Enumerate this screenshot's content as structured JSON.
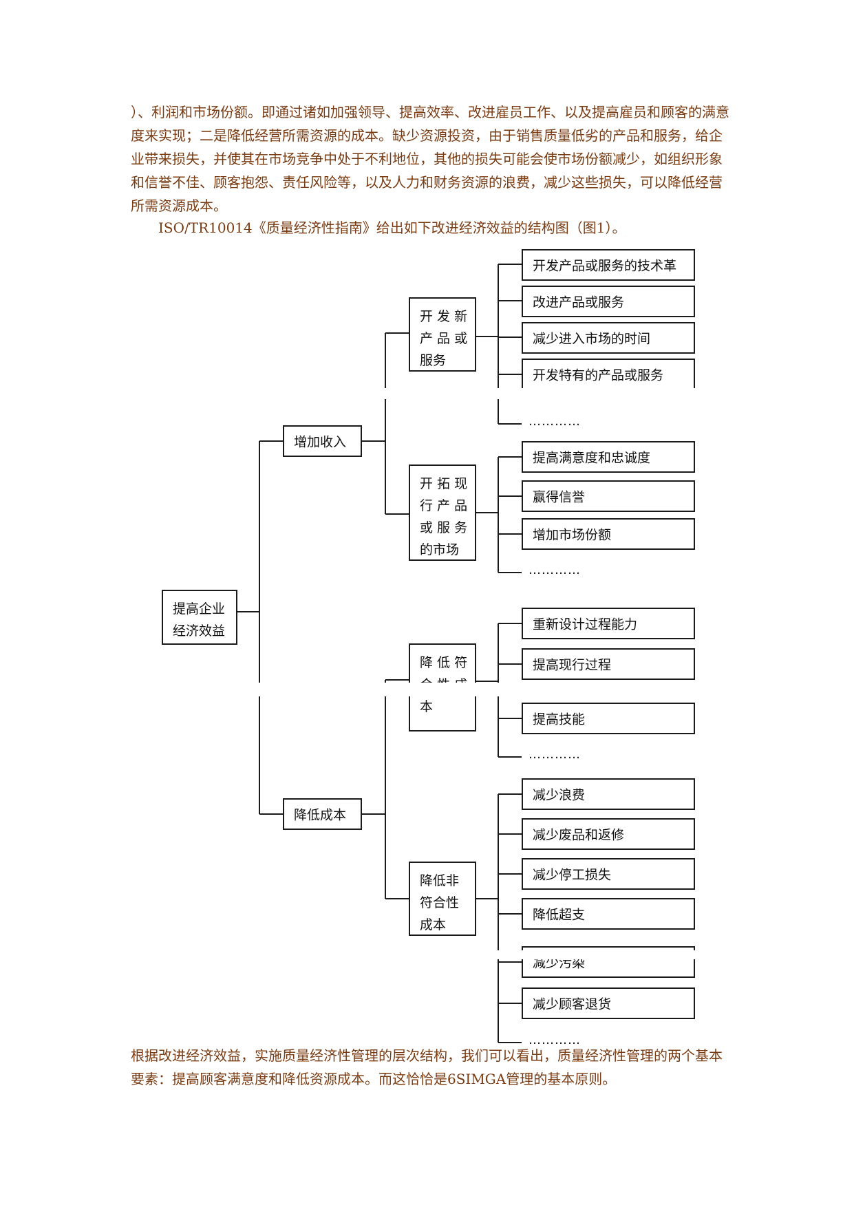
{
  "paragraphs": {
    "p1": "）、利润和市场份额。即通过诸如加强领导、提高效率、改进雇员工作、以及提高雇员和顾客的满意度来实现；二是降低经营所需资源的成本。缺少资源投资，由于销售质量低劣的产品和服务，给企业带来损失，并使其在市场竞争中处于不利地位，其他的损失可能会使市场份额减少，如组织形象和信誉不佳、顾客抱怨、责任风险等，以及人力和财务资源的浪费，减少这些损失，可以降低经营所需资源成本。",
    "p2": "ISO/TR10014《质量经济性指南》给出如下改进经济效益的结构图（图1）。",
    "p3": "根据改进经济效益，实施质量经济性管理的层次结构，我们可以看出，质量经济性管理的两个基本要素：提高顾客满意度和降低资源成本。而这恰恰是6SIMGA管理的基本原则。"
  },
  "diagram": {
    "root": "提高企业\n经济效益",
    "level1": [
      "增加收入",
      "降低成本"
    ],
    "level2": [
      "开 发 新\n产 品 或\n服务",
      "开 拓 现\n行 产 品\n或 服 务\n的市场",
      "降 低 符\n合 性 成\n本",
      "降低非\n符合性\n成本"
    ],
    "leaves_g1": [
      "开发产品或服务的技术革",
      "改进产品或服务",
      "减少进入市场的时间",
      "开发特有的产品或服务"
    ],
    "leaves_g2": [
      "提高满意度和忠诚度",
      "赢得信誉",
      "增加市场份额"
    ],
    "leaves_g3": [
      "重新设计过程能力",
      "提高现行过程",
      "提高技能"
    ],
    "leaves_g4": [
      "减少浪费",
      "减少废品和返修",
      "减少停工损失",
      "降低超支",
      "减少污染",
      "减少顾客退货"
    ],
    "ellipsis": "…………"
  }
}
